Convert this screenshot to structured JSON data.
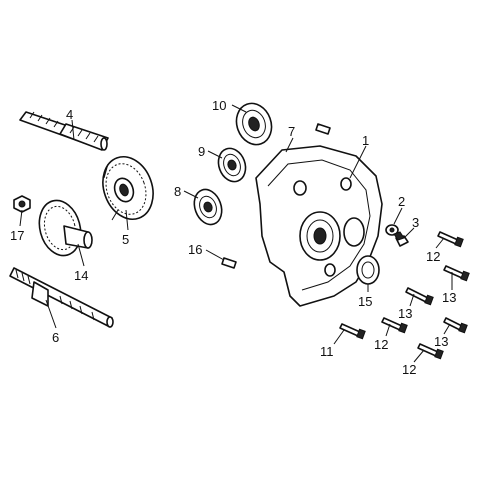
{
  "callouts": {
    "p1": "1",
    "p2": "2",
    "p3": "3",
    "p4": "4",
    "p5": "5",
    "p6": "6",
    "p7": "7",
    "p8": "8",
    "p9": "9",
    "p10": "10",
    "p11": "11",
    "p12a": "12",
    "p12b": "12",
    "p12c": "12",
    "p13a": "13",
    "p13b": "13",
    "p13c": "13",
    "p14": "14",
    "p15": "15",
    "p16": "16",
    "p17": "17"
  }
}
